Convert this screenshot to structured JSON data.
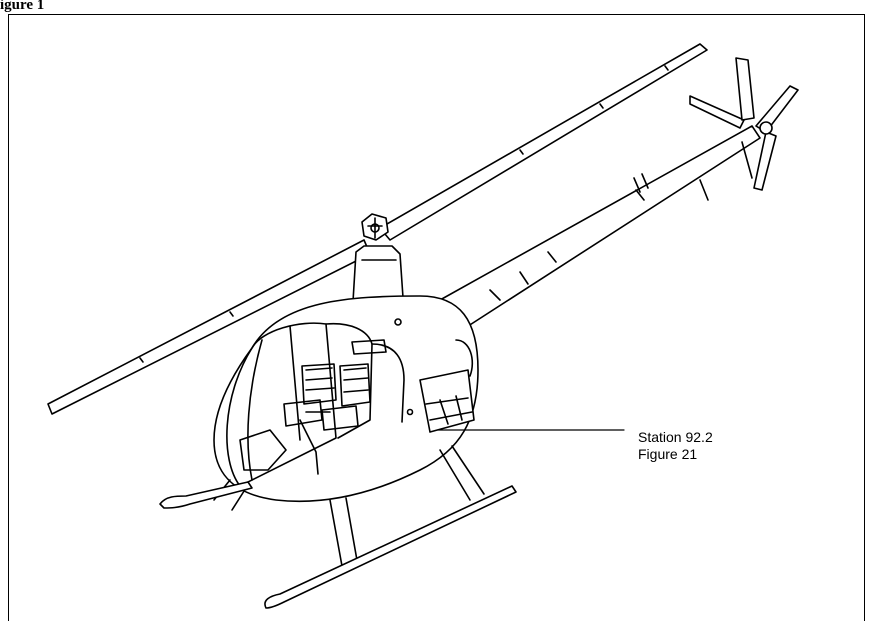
{
  "header": {
    "title": "igure 1"
  },
  "callout": {
    "station": "Station 92.2",
    "figure_ref": "Figure 21"
  },
  "colors": {
    "ink": "#000000",
    "paper": "#ffffff"
  }
}
